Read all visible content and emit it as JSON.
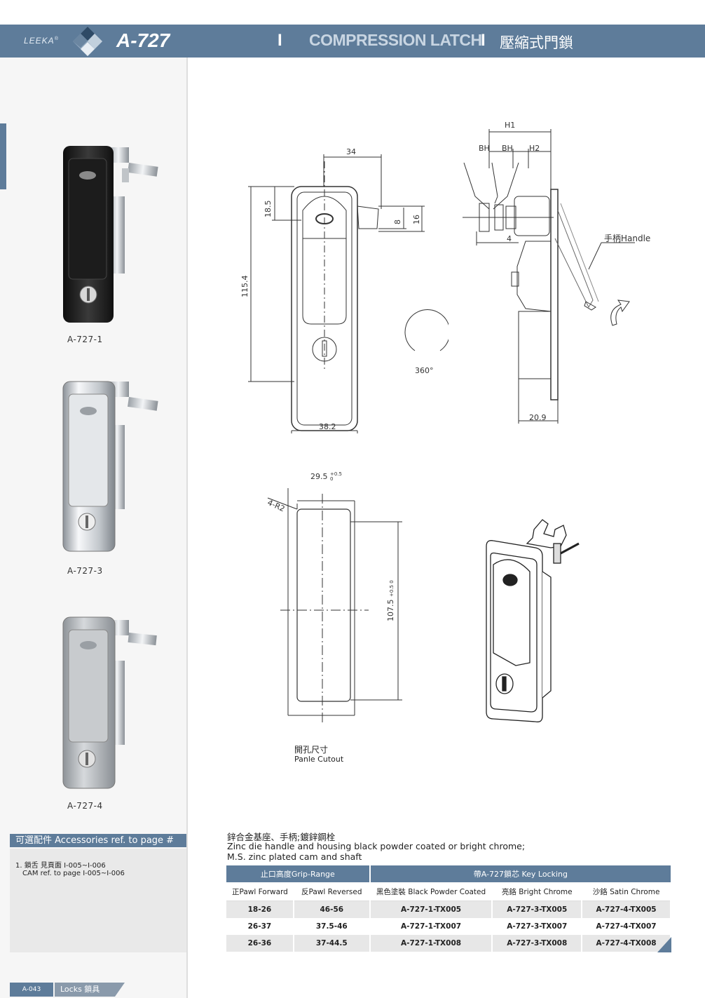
{
  "header": {
    "brand": "LEEKA",
    "brand_mark": "®",
    "model": "A-727",
    "separator": "I",
    "title_en": "COMPRESSION LATCH",
    "title_zh": "壓縮式門鎖"
  },
  "products": [
    {
      "label": "A-727-1",
      "finish_color": "#1e1e1e"
    },
    {
      "label": "A-727-3",
      "finish_color": "#c9ccd0"
    },
    {
      "label": "A-727-4",
      "finish_color": "#b8bbbf"
    }
  ],
  "drawing": {
    "front": {
      "width_top": "34",
      "height": "115.4",
      "top_offset": "18.5",
      "cam_a": "8",
      "cam_b": "16",
      "width_bottom": "38.2",
      "rotation": "360°"
    },
    "side": {
      "h1": "H1",
      "bh1": "BH",
      "bh2": "BH",
      "h2": "H2",
      "thickness": "4",
      "depth": "20.9",
      "handle_label": "手柄Handle"
    },
    "cutout": {
      "radius": "4-R2",
      "width": "29.5",
      "width_tol_top": "+0.5",
      "width_tol_bottom": "0",
      "height": "107.5",
      "height_tol": "+0.5 0",
      "label_zh": "開孔尺寸",
      "label_en": "Panle Cutout"
    }
  },
  "description": {
    "zh": "鋅合金基座、手柄;鍍鋅鋼栓",
    "en1": "Zinc die handle and housing black powder coated or bright chrome;",
    "en2": "M.S. zinc plated cam and shaft"
  },
  "accessories": {
    "title": "可選配件 Accessories ref. to page #",
    "line1": "1. 鎖舌 見頁面 I-005~I-006",
    "line2": "CAM  ref. to page I-005~I-006"
  },
  "table": {
    "group1": "止口高度Grip-Range",
    "group2": "帶A-727鎖芯 Key Locking",
    "columns": [
      "正Pawl Forward",
      "反Pawl Reversed",
      "黑色塗裝 Black Powder Coated",
      "亮鉻 Bright Chrome",
      "沙鉻 Satin Chrome"
    ],
    "rows": [
      [
        "18-26",
        "46-56",
        "A-727-1-TX005",
        "A-727-3-TX005",
        "A-727-4-TX005"
      ],
      [
        "26-37",
        "37.5-46",
        "A-727-1-TX007",
        "A-727-3-TX007",
        "A-727-4-TX007"
      ],
      [
        "26-36",
        "37-44.5",
        "A-727-1-TX008",
        "A-727-3-TX008",
        "A-727-4-TX008"
      ]
    ]
  },
  "footer": {
    "page": "A-043",
    "category": "Locks 鎖具"
  },
  "colors": {
    "accent": "#5e7c9a",
    "accent_light": "#c8d5e2"
  }
}
